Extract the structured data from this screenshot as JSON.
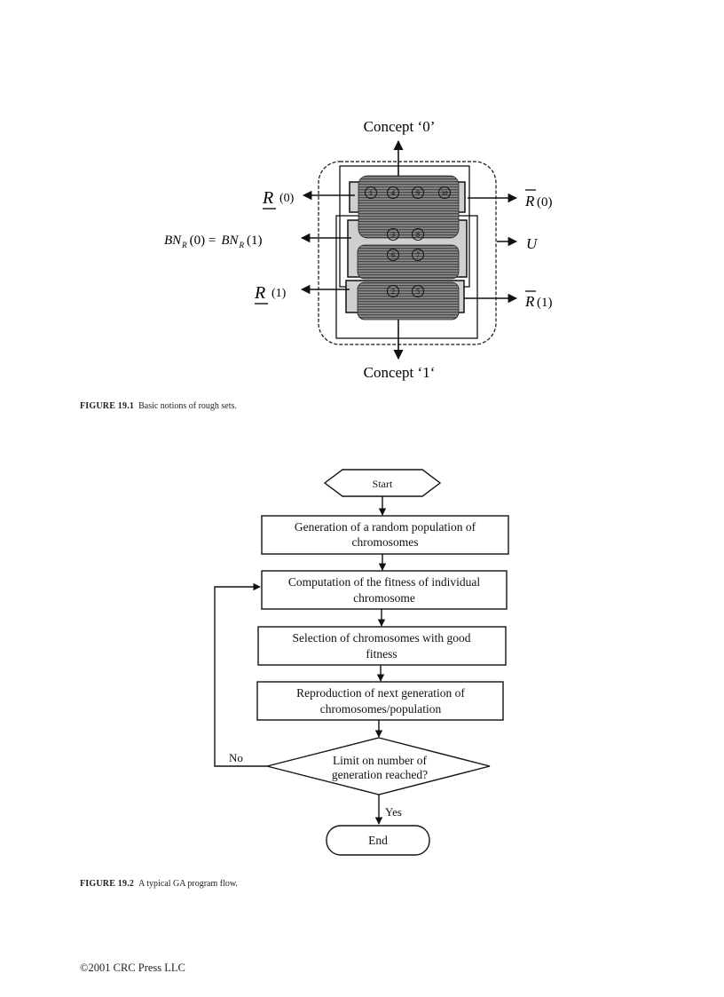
{
  "figure1": {
    "concept0": "Concept ‘0’",
    "concept1": "Concept ‘1‘",
    "lower_approx_0": {
      "letter": "R",
      "arg": "(0)"
    },
    "upper_approx_0": {
      "letter": "R",
      "arg": "(0)"
    },
    "lower_approx_1": {
      "letter": "R",
      "arg": "(1)"
    },
    "upper_approx_1": {
      "letter": "R",
      "arg": "(1)"
    },
    "boundary": {
      "left": "BN",
      "left_sub": "R",
      "left_arg": "(0) =",
      "right": "BN",
      "right_sub": "R",
      "right_arg": "(1)"
    },
    "universe": "U",
    "row1_objects": [
      "1",
      "4",
      "9",
      "10"
    ],
    "row2_objects": [
      "3",
      "8"
    ],
    "row3_objects": [
      "6",
      "7"
    ],
    "row4_objects": [
      "2",
      "5"
    ],
    "caption_label": "FIGURE 19.1",
    "caption_text": "Basic notions of rough sets."
  },
  "figure2": {
    "start": "Start",
    "step1": [
      "Generation of a random population of",
      "chromosomes"
    ],
    "step2": [
      "Computation of the fitness of individual",
      "chromosome"
    ],
    "step3": [
      "Selection of chromosomes with good",
      "fitness"
    ],
    "step4": [
      "Reproduction of next generation of",
      "chromosomes/population"
    ],
    "decision": [
      "Limit on number of",
      "generation reached?"
    ],
    "no_label": "No",
    "yes_label": "Yes",
    "end": "End",
    "caption_label": "FIGURE 19.2",
    "caption_text": "A typical GA program flow."
  },
  "footer": "©2001 CRC Press LLC"
}
